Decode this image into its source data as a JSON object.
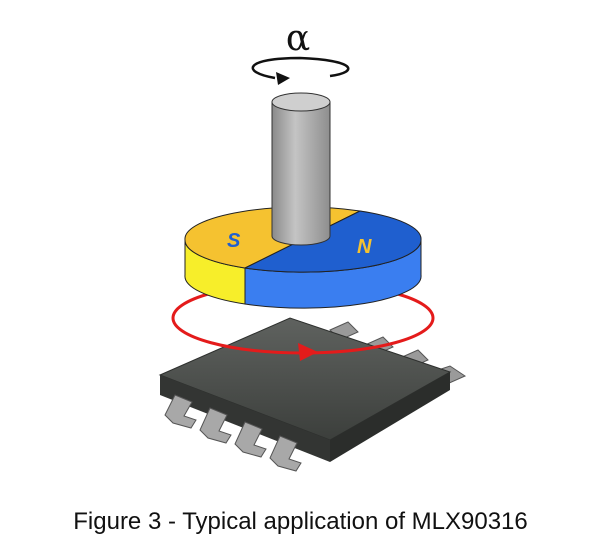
{
  "diagram": {
    "rotation_symbol": "α",
    "magnet_south_label": "S",
    "magnet_north_label": "N",
    "caption": "Figure 3 - Typical application of MLX90316",
    "colors": {
      "south": "#f5c230",
      "south_side": "#f7ee2a",
      "north": "#1f5fcf",
      "north_side": "#3a7ef0",
      "rotation_ring": "#e41b1b",
      "shaft": "#a9a9a9",
      "chip": "#4a4d4a",
      "pins": "#9a9a9a"
    }
  }
}
